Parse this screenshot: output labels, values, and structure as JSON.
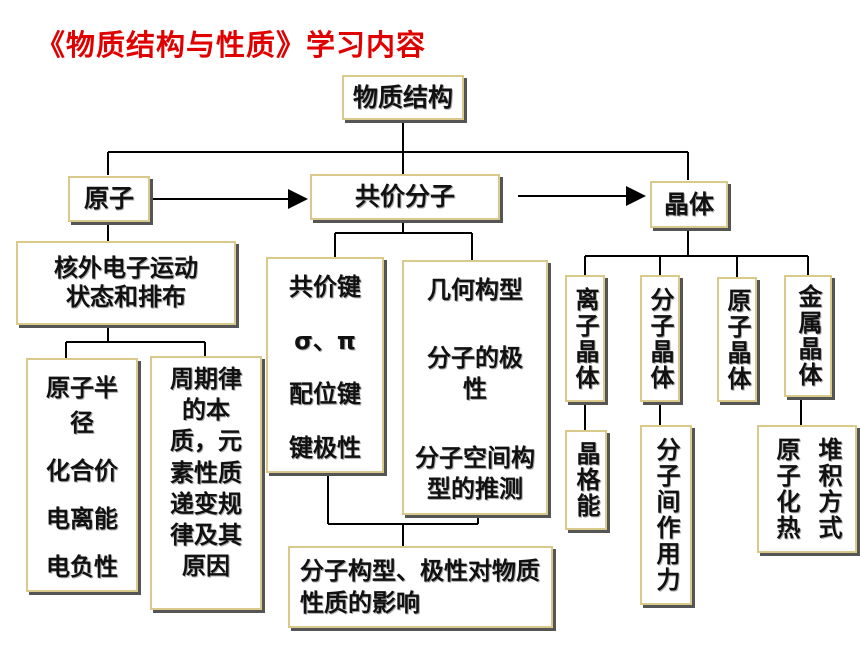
{
  "title": "《物质结构与性质》学习内容",
  "root": "物质结构",
  "level1": {
    "atom": "原子",
    "molecule": "共价分子",
    "crystal": "晶体"
  },
  "atom_branch": {
    "electron": "核外电子运动状态和排布",
    "props": [
      "原子半径",
      "化合价",
      "电离能",
      "电负性"
    ],
    "periodic": "周期律的本质，元素性质递变规律及其原因"
  },
  "molecule_branch": {
    "bond": [
      "共价键",
      "σ、π",
      "配位键",
      "键极性"
    ],
    "geometry": [
      "几何构型",
      "分子的极性",
      "分子空间构型的推测"
    ],
    "effect": "分子构型、极性对物质性质的影响"
  },
  "crystal_branch": {
    "types": [
      "离子晶体",
      "分子晶体",
      "原子晶体",
      "金属晶体"
    ],
    "lattice_energy": "晶格能",
    "intermolecular": "分子间作用力",
    "atomization_heat": "原子化热",
    "packing": "堆积方式"
  }
}
